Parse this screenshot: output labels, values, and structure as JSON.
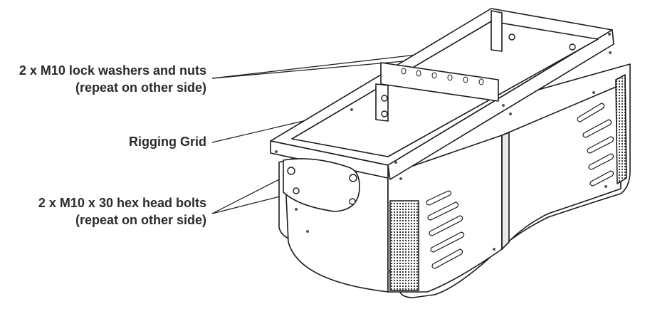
{
  "callouts": {
    "lock_washers": {
      "line1": "2 x M10 lock washers and nuts",
      "line2": "(repeat on other side)"
    },
    "rigging_grid": {
      "line1": "Rigging Grid"
    },
    "hex_bolts": {
      "line1": "2 x M10 x 30 hex head bolts",
      "line2": "(repeat on other side)"
    }
  },
  "colors": {
    "text": "#2b2b2b",
    "line": "#1a1a1a"
  }
}
